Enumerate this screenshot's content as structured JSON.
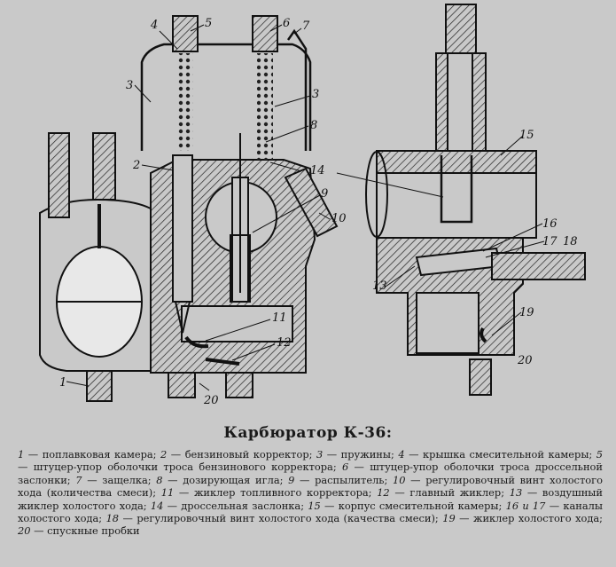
{
  "figure": {
    "callouts": [
      "1",
      "2",
      "3",
      "4",
      "5",
      "6",
      "7",
      "3",
      "8",
      "14",
      "9",
      "10",
      "11",
      "12",
      "20",
      "15",
      "16",
      "17",
      "18",
      "13",
      "19",
      "20"
    ]
  },
  "caption": {
    "title": "Карбюратор К-36:",
    "legend": [
      {
        "n": "1",
        "text": "поплавковая камера"
      },
      {
        "n": "2",
        "text": "бензиновый корректор"
      },
      {
        "n": "3",
        "text": "пружины"
      },
      {
        "n": "4",
        "text": "крышка смесительной камеры"
      },
      {
        "n": "5",
        "text": "штуцер-упор оболочки троса бензинового корректора"
      },
      {
        "n": "6",
        "text": "штуцер-упор оболочки троса дроссельной заслонки"
      },
      {
        "n": "7",
        "text": "защелка"
      },
      {
        "n": "8",
        "text": "дозирующая игла"
      },
      {
        "n": "9",
        "text": "распылитель"
      },
      {
        "n": "10",
        "text": "регулировочный винт холостого хода (количества смеси)"
      },
      {
        "n": "11",
        "text": "жиклер топливного корректора"
      },
      {
        "n": "12",
        "text": "главный жиклер"
      },
      {
        "n": "13",
        "text": "воздушный жиклер холостого хода"
      },
      {
        "n": "14",
        "text": "дроссельная заслонка"
      },
      {
        "n": "15",
        "text": "корпус смесительной камеры"
      },
      {
        "n": "16 и 17",
        "text": "каналы холостого хода"
      },
      {
        "n": "18",
        "text": "регулировочный винт холостого хода (качества смеси)"
      },
      {
        "n": "19",
        "text": "жиклер холостого хода"
      },
      {
        "n": "20",
        "text": "спускные пробки"
      }
    ]
  }
}
